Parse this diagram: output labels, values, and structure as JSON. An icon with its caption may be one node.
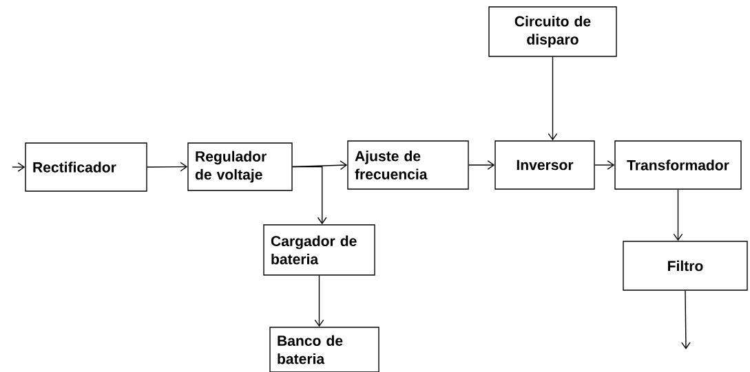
{
  "diagram": {
    "nodes": [
      {
        "text": [
          "Circuito de disparo"
        ]
      },
      {
        "text": [
          "Rectificador"
        ]
      },
      {
        "text": [
          "Regulador de voltaje"
        ]
      },
      {
        "text": [
          "Ajuste de frecuencia"
        ]
      },
      {
        "text": [
          "Inversor"
        ]
      },
      {
        "text": [
          "Transformador"
        ]
      },
      {
        "text": [
          "Cargador de bateria"
        ]
      },
      {
        "text": [
          "Filtro"
        ]
      },
      {
        "text": [
          "Banco de bateria"
        ]
      }
    ],
    "edges": [
      {
        "from": null,
        "to": 1,
        "arrow": "to"
      },
      {
        "from": 1,
        "to": 2,
        "arrow": "to"
      },
      {
        "from": 2,
        "to": 3,
        "arrow": "to"
      },
      {
        "from": 2,
        "to": 6,
        "arrow": "to"
      },
      {
        "from": 0,
        "to": 4,
        "arrow": "to"
      },
      {
        "from": 3,
        "to": 4,
        "arrow": "to"
      },
      {
        "from": 4,
        "to": 5,
        "arrow": "to"
      },
      {
        "from": 5,
        "to": 7,
        "arrow": "to"
      },
      {
        "from": 6,
        "to": 8,
        "arrow": "to"
      },
      {
        "from": 7,
        "to": null,
        "arrow": "to"
      }
    ]
  }
}
